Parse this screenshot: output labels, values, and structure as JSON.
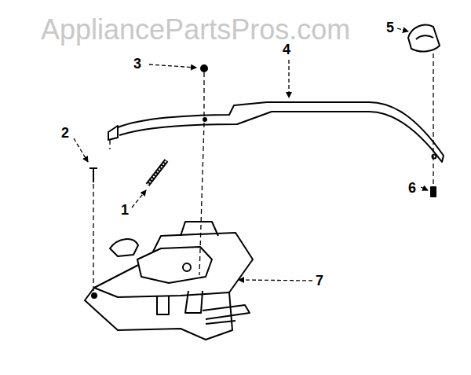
{
  "diagram": {
    "labels": [
      "AppliancePartsPros.com",
      "3",
      "4",
      "5",
      "2",
      "1",
      "6",
      "7"
    ]
  }
}
